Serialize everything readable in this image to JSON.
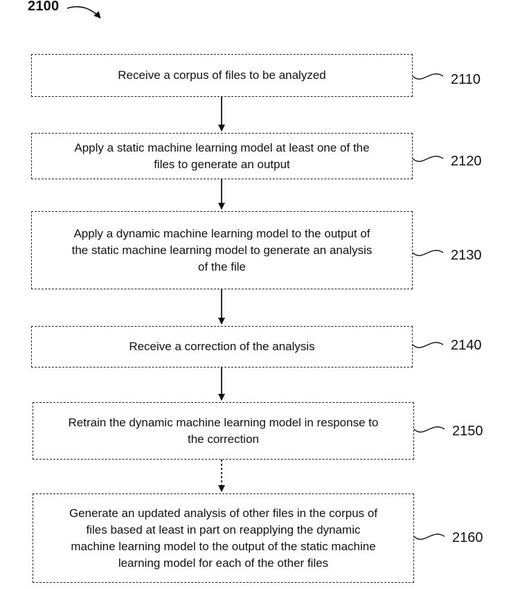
{
  "figure": {
    "id": "2100"
  },
  "steps": [
    {
      "text": "Receive a corpus of files to be analyzed",
      "ref": "2110"
    },
    {
      "text": "Apply a static machine learning model at least one of the\nfiles to generate an output",
      "ref": "2120"
    },
    {
      "text": "Apply a dynamic machine learning model to the output of\nthe static machine learning model to generate an analysis\nof the file",
      "ref": "2130"
    },
    {
      "text": "Receive a correction of the analysis",
      "ref": "2140"
    },
    {
      "text": "Retrain the dynamic machine learning model in response to\nthe correction",
      "ref": "2150"
    },
    {
      "text": "Generate an updated analysis of other files in the corpus of\nfiles based at least in part on reapplying the dynamic\nmachine learning model to the output of the static machine\nlearning model for each of the other files",
      "ref": "2160"
    }
  ],
  "connectors": [
    {
      "from": "2110",
      "to": "2120",
      "style": "solid"
    },
    {
      "from": "2120",
      "to": "2130",
      "style": "solid"
    },
    {
      "from": "2130",
      "to": "2140",
      "style": "solid"
    },
    {
      "from": "2140",
      "to": "2150",
      "style": "solid"
    },
    {
      "from": "2150",
      "to": "2160",
      "style": "dashed"
    }
  ]
}
